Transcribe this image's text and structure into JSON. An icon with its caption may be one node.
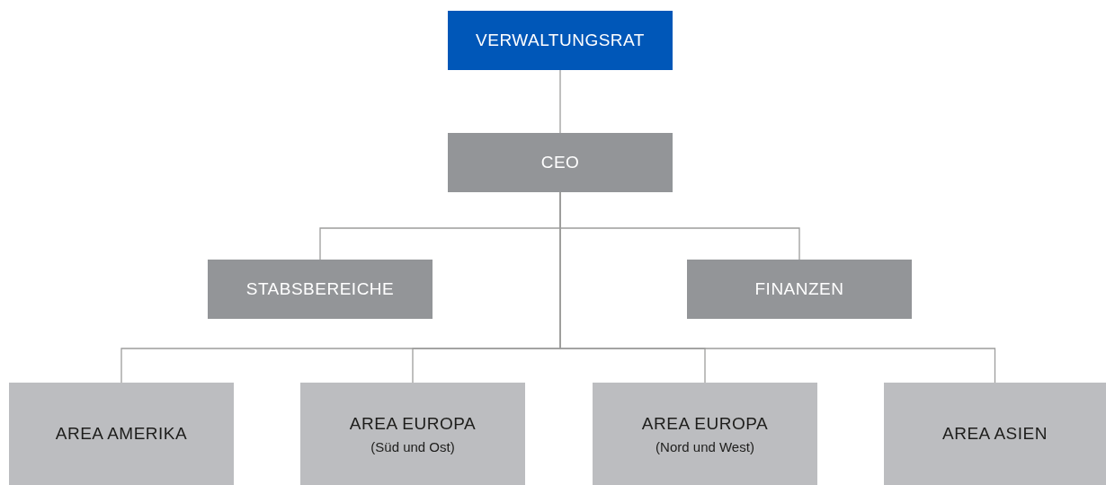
{
  "diagram": {
    "nodes": [
      {
        "text": [
          "VERWALTUNGSRAT"
        ]
      },
      {
        "text": [
          "CEO"
        ]
      },
      {
        "text": [
          "STABSBEREICHE"
        ]
      },
      {
        "text": [
          "FINANZEN"
        ]
      },
      {
        "text": [
          "AREA AMERIKA"
        ]
      },
      {
        "text": [
          "AREA EUROPA",
          "(Süd und Ost)"
        ]
      },
      {
        "text": [
          "AREA EUROPA",
          "(Nord und West)"
        ]
      },
      {
        "text": [
          "AREA ASIEN"
        ]
      }
    ],
    "edges": [
      {
        "from": 0,
        "to": 1,
        "arrow": "none"
      },
      {
        "from": 1,
        "to": 2,
        "arrow": "none"
      },
      {
        "from": 1,
        "to": 3,
        "arrow": "none"
      },
      {
        "from": 1,
        "to": 4,
        "arrow": "none"
      },
      {
        "from": 1,
        "to": 5,
        "arrow": "none"
      },
      {
        "from": 1,
        "to": 6,
        "arrow": "none"
      },
      {
        "from": 1,
        "to": 7,
        "arrow": "none"
      }
    ]
  }
}
